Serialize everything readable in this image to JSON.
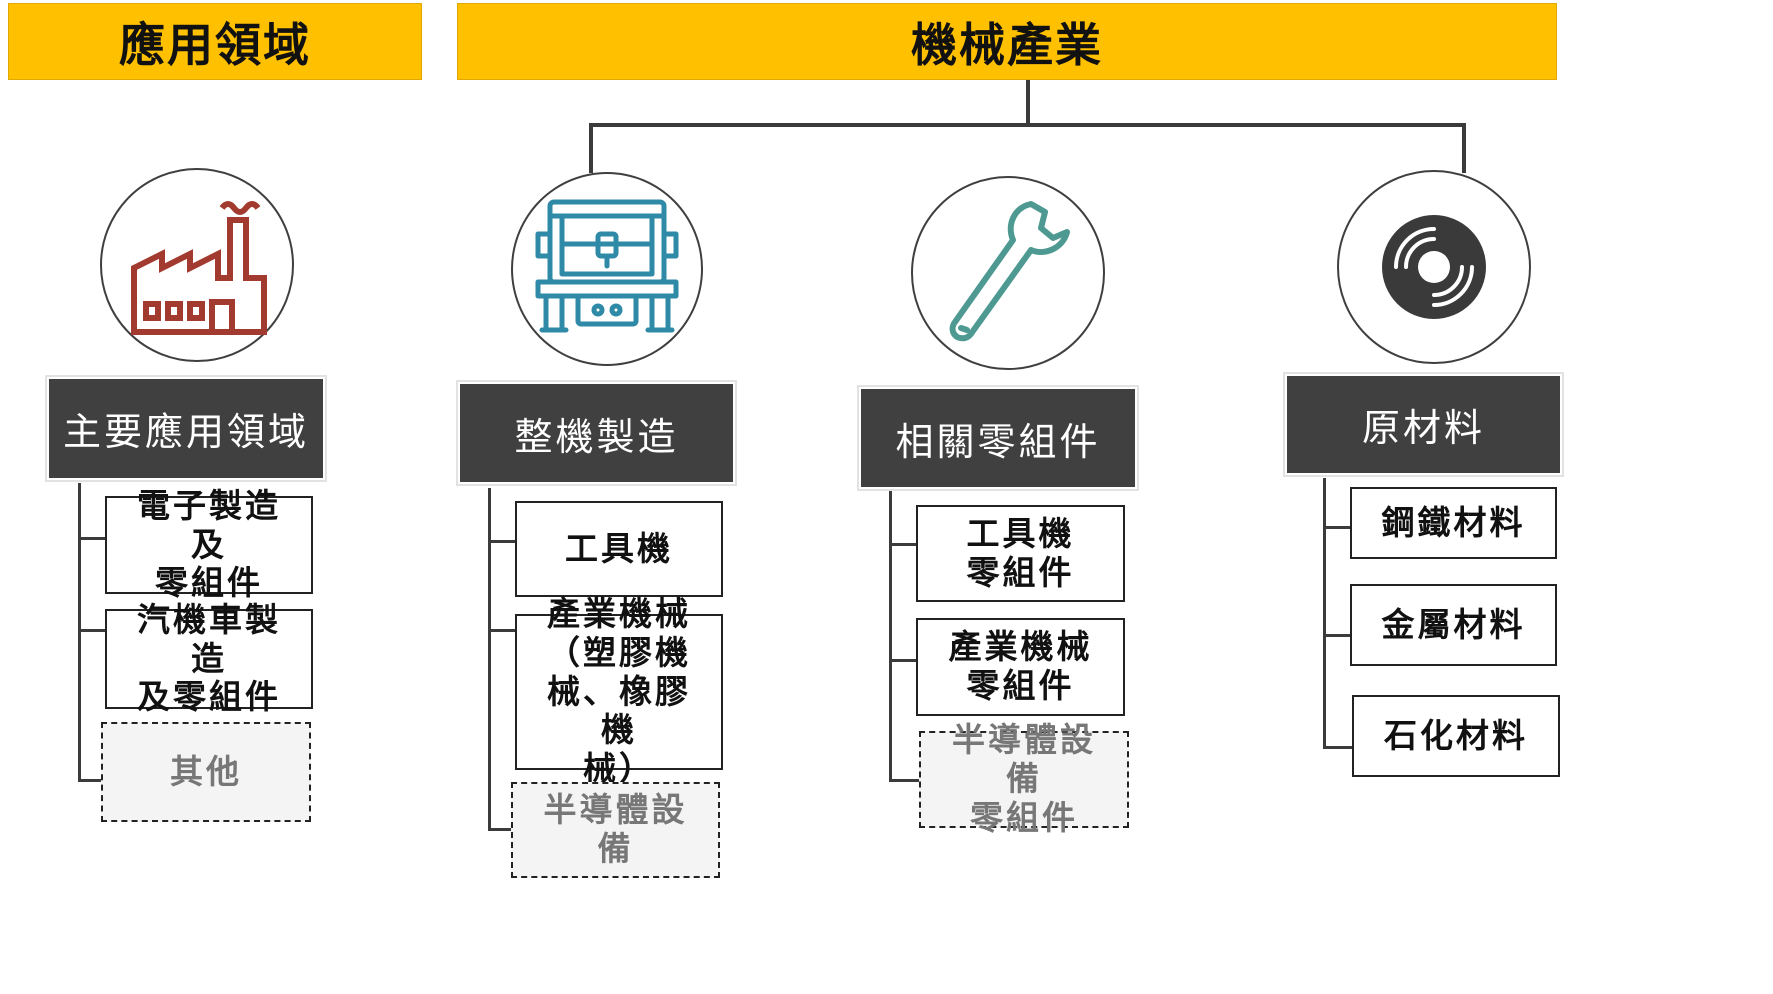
{
  "headers": {
    "application_domain": "應用領域",
    "machinery_industry": "機械產業"
  },
  "columns": {
    "applications": {
      "title": "主要應用領域",
      "icon": "factory-icon",
      "icon_color": "#A23A2F",
      "items": [
        "電子製造及\n零組件",
        "汽機車製造\n及零組件"
      ],
      "other": "其他"
    },
    "machine_manufacturing": {
      "title": "整機製造",
      "icon": "cnc-machine-icon",
      "icon_color": "#2E8AA6",
      "items": [
        "工具機",
        "產業機械\n（塑膠機\n械、橡膠機\n械）"
      ],
      "other": "半導體設備"
    },
    "components": {
      "title": "相關零組件",
      "icon": "wrench-icon",
      "icon_color": "#4E9A92",
      "items": [
        "工具機\n零組件",
        "產業機械\n零組件"
      ],
      "other": "半導體設備\n零組件"
    },
    "raw_materials": {
      "title": "原材料",
      "icon": "disc-icon",
      "icon_color": "#3A3A3A",
      "items": [
        "鋼鐵材料",
        "金屬材料",
        "石化材料"
      ]
    }
  },
  "colors": {
    "header_yellow": "#FFC000",
    "title_box": "#404040",
    "connector": "#3B3B3B"
  }
}
